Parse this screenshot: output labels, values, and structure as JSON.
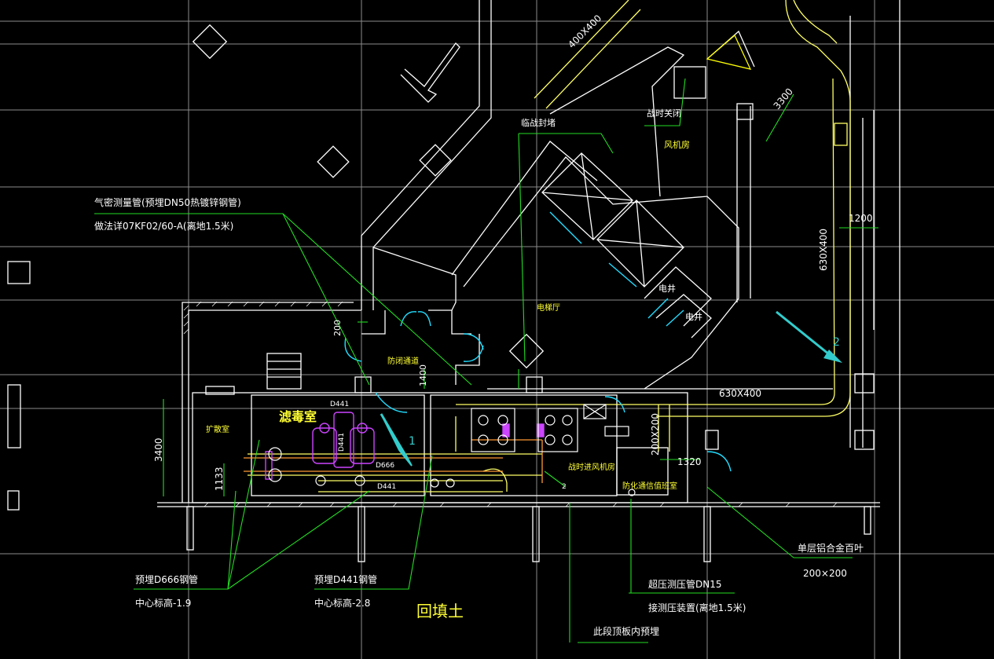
{
  "colors": {
    "background": "#000000",
    "grid": "#8c8c8c",
    "wall": "#ffffff",
    "leader": "#22dd22",
    "text": "#ffffff",
    "label_yellow": "#ffff33",
    "duct": "#ffff66",
    "equipment": "#cc44ff",
    "door": "#22ddff",
    "arrow": "#33cccc",
    "orange": "#ff9933"
  },
  "annotations": {
    "gas_pipe_line1": "气密测量管(预埋DN50热镀锌钢管)",
    "gas_pipe_line2": "做法详07KF02/60-A(离地1.5米)",
    "embed_666_line1": "预埋D666钢管",
    "embed_666_line2": "中心标高-1.9",
    "embed_441_line1": "预埋D441钢管",
    "embed_441_line2": "中心标高-2.8",
    "backfill": "回填土",
    "ceiling_embed": "此段顶板内预埋",
    "overpressure_line1": "超压测压管DN15",
    "overpressure_line2": "接测压装置(离地1.5米)",
    "louver_line1": "单层铝合金百叶",
    "louver_line2": "200×200",
    "temporary_block": "临战封堵",
    "wartime_close": "战时关闭",
    "fan_room": "风机房",
    "elevator_hall": "电梯厅",
    "shaft_1": "电井",
    "shaft_2": "电井",
    "filter_room": "滤毒室",
    "expansion_room": "扩散室",
    "airlock_passage": "防闭通道",
    "wartime_fan_room": "战时进风机房",
    "gas_monitor_room": "防化通信值班室"
  },
  "dimensions": {
    "duct_top": "400X400",
    "dim_3300": "3300",
    "duct_right": "630X400",
    "dim_1200": "1200",
    "duct_bottom": "630X400",
    "dim_200": "200",
    "dim_1400": "1400",
    "dim_3400": "3400",
    "dim_1133": "1133",
    "duct_200x200": "200X200",
    "dim_1320": "1320",
    "pipe_d441_top": "D441",
    "pipe_d441_mid": "D441",
    "pipe_d666": "D666",
    "pipe_d441_bot": "D441"
  },
  "markers": {
    "arrow_1": "1",
    "arrow_2": "2",
    "point_2": "2"
  }
}
